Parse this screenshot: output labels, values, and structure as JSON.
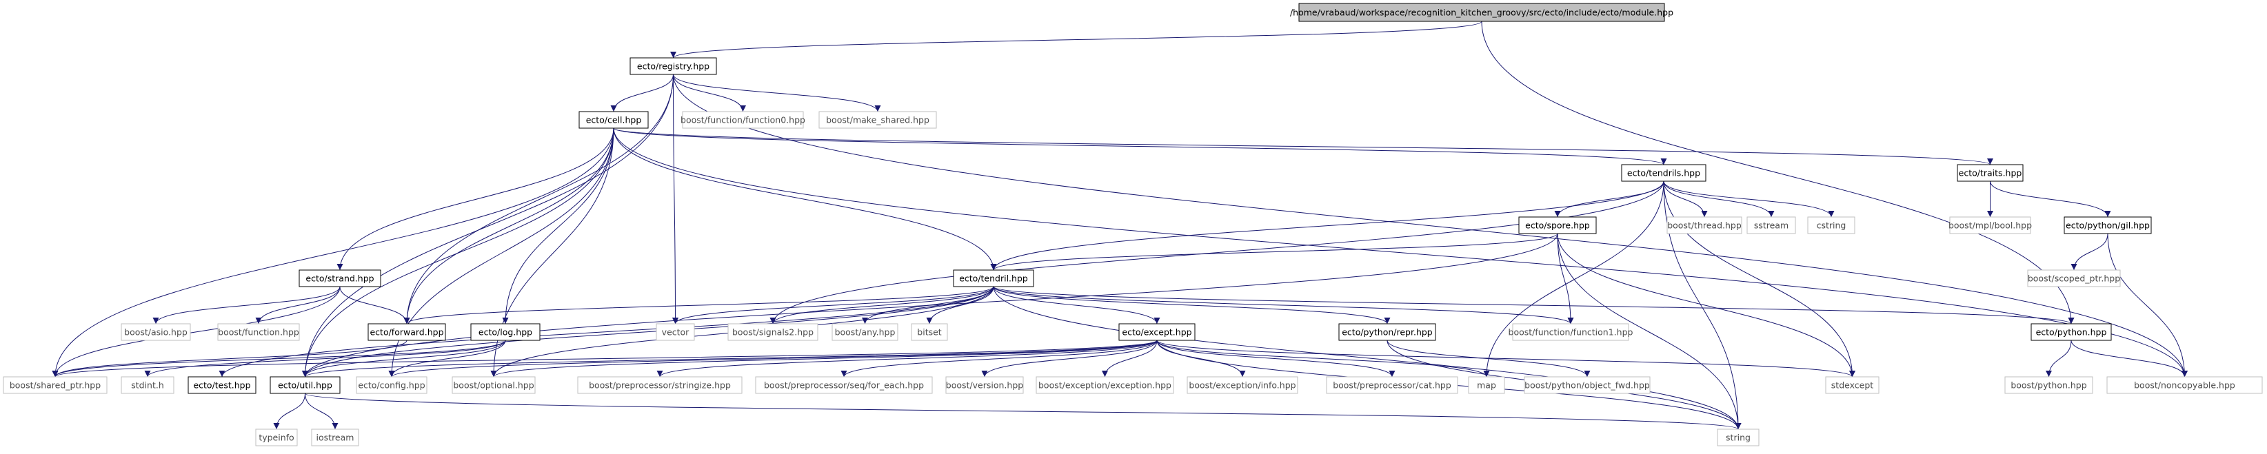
{
  "colors": {
    "edge": "#191970",
    "box_border_main": "#000000",
    "box_border_external": "#bfbfbf",
    "root_fill": "#bfbfbf",
    "text_main": "#000000",
    "text_external": "#4d4d4d"
  },
  "nodes": [
    {
      "id": "root",
      "label": "/home/vrabaud/workspace/recognition_kitchen_groovy/src/ecto/include/ecto/module.hpp",
      "kind": "root"
    },
    {
      "id": "registry",
      "label": "ecto/registry.hpp",
      "kind": "internal"
    },
    {
      "id": "cell",
      "label": "ecto/cell.hpp",
      "kind": "internal"
    },
    {
      "id": "function0",
      "label": "boost/function/function0.hpp",
      "kind": "external"
    },
    {
      "id": "make_shared",
      "label": "boost/make_shared.hpp",
      "kind": "external"
    },
    {
      "id": "tendrils",
      "label": "ecto/tendrils.hpp",
      "kind": "internal"
    },
    {
      "id": "traits",
      "label": "ecto/traits.hpp",
      "kind": "internal"
    },
    {
      "id": "spore",
      "label": "ecto/spore.hpp",
      "kind": "internal"
    },
    {
      "id": "thread",
      "label": "boost/thread.hpp",
      "kind": "external"
    },
    {
      "id": "sstream",
      "label": "sstream",
      "kind": "external"
    },
    {
      "id": "cstring",
      "label": "cstring",
      "kind": "external"
    },
    {
      "id": "mpl_bool",
      "label": "boost/mpl/bool.hpp",
      "kind": "external"
    },
    {
      "id": "gil",
      "label": "ecto/python/gil.hpp",
      "kind": "internal"
    },
    {
      "id": "strand",
      "label": "ecto/strand.hpp",
      "kind": "internal"
    },
    {
      "id": "tendril",
      "label": "ecto/tendril.hpp",
      "kind": "internal"
    },
    {
      "id": "scoped_ptr",
      "label": "boost/scoped_ptr.hpp",
      "kind": "external"
    },
    {
      "id": "asio",
      "label": "boost/asio.hpp",
      "kind": "external"
    },
    {
      "id": "function",
      "label": "boost/function.hpp",
      "kind": "external"
    },
    {
      "id": "forward",
      "label": "ecto/forward.hpp",
      "kind": "internal"
    },
    {
      "id": "log",
      "label": "ecto/log.hpp",
      "kind": "internal"
    },
    {
      "id": "vector",
      "label": "vector",
      "kind": "external"
    },
    {
      "id": "signals2",
      "label": "boost/signals2.hpp",
      "kind": "external"
    },
    {
      "id": "any",
      "label": "boost/any.hpp",
      "kind": "external"
    },
    {
      "id": "bitset",
      "label": "bitset",
      "kind": "external"
    },
    {
      "id": "except",
      "label": "ecto/except.hpp",
      "kind": "internal"
    },
    {
      "id": "repr",
      "label": "ecto/python/repr.hpp",
      "kind": "internal"
    },
    {
      "id": "function1",
      "label": "boost/function/function1.hpp",
      "kind": "external"
    },
    {
      "id": "python",
      "label": "ecto/python.hpp",
      "kind": "internal"
    },
    {
      "id": "shared_ptr",
      "label": "boost/shared_ptr.hpp",
      "kind": "external"
    },
    {
      "id": "stdint",
      "label": "stdint.h",
      "kind": "external"
    },
    {
      "id": "test",
      "label": "ecto/test.hpp",
      "kind": "internal"
    },
    {
      "id": "util",
      "label": "ecto/util.hpp",
      "kind": "internal"
    },
    {
      "id": "config",
      "label": "ecto/config.hpp",
      "kind": "external"
    },
    {
      "id": "optional",
      "label": "boost/optional.hpp",
      "kind": "external"
    },
    {
      "id": "stringize",
      "label": "boost/preprocessor/stringize.hpp",
      "kind": "external"
    },
    {
      "id": "for_each",
      "label": "boost/preprocessor/seq/for_each.hpp",
      "kind": "external"
    },
    {
      "id": "version",
      "label": "boost/version.hpp",
      "kind": "external"
    },
    {
      "id": "exception",
      "label": "boost/exception/exception.hpp",
      "kind": "external"
    },
    {
      "id": "info",
      "label": "boost/exception/info.hpp",
      "kind": "external"
    },
    {
      "id": "cat",
      "label": "boost/preprocessor/cat.hpp",
      "kind": "external"
    },
    {
      "id": "map",
      "label": "map",
      "kind": "external"
    },
    {
      "id": "object_fwd",
      "label": "boost/python/object_fwd.hpp",
      "kind": "external"
    },
    {
      "id": "stdexcept",
      "label": "stdexcept",
      "kind": "external"
    },
    {
      "id": "boost_python",
      "label": "boost/python.hpp",
      "kind": "external"
    },
    {
      "id": "noncopyable",
      "label": "boost/noncopyable.hpp",
      "kind": "external"
    },
    {
      "id": "typeinfo",
      "label": "typeinfo",
      "kind": "external"
    },
    {
      "id": "iostream",
      "label": "iostream",
      "kind": "external"
    },
    {
      "id": "string",
      "label": "string",
      "kind": "external"
    }
  ],
  "edges": [
    [
      "root",
      "registry"
    ],
    [
      "root",
      "python"
    ],
    [
      "registry",
      "cell"
    ],
    [
      "registry",
      "function0"
    ],
    [
      "registry",
      "make_shared"
    ],
    [
      "registry",
      "forward"
    ],
    [
      "registry",
      "vector"
    ],
    [
      "registry",
      "util"
    ],
    [
      "registry",
      "noncopyable"
    ],
    [
      "cell",
      "tendrils"
    ],
    [
      "cell",
      "traits"
    ],
    [
      "cell",
      "strand"
    ],
    [
      "cell",
      "tendril"
    ],
    [
      "cell",
      "forward"
    ],
    [
      "cell",
      "log"
    ],
    [
      "cell",
      "shared_ptr"
    ],
    [
      "cell",
      "util"
    ],
    [
      "cell",
      "optional"
    ],
    [
      "cell",
      "config"
    ],
    [
      "cell",
      "noncopyable"
    ],
    [
      "tendrils",
      "spore"
    ],
    [
      "tendrils",
      "thread"
    ],
    [
      "tendrils",
      "sstream"
    ],
    [
      "tendrils",
      "cstring"
    ],
    [
      "tendrils",
      "tendril"
    ],
    [
      "tendrils",
      "signals2"
    ],
    [
      "tendrils",
      "map"
    ],
    [
      "tendrils",
      "stdexcept"
    ],
    [
      "tendrils",
      "string"
    ],
    [
      "traits",
      "mpl_bool"
    ],
    [
      "traits",
      "gil"
    ],
    [
      "gil",
      "scoped_ptr"
    ],
    [
      "gil",
      "noncopyable"
    ],
    [
      "spore",
      "tendril"
    ],
    [
      "spore",
      "function1"
    ],
    [
      "spore",
      "stdexcept"
    ],
    [
      "spore",
      "string"
    ],
    [
      "spore",
      "util"
    ],
    [
      "strand",
      "asio"
    ],
    [
      "strand",
      "function"
    ],
    [
      "strand",
      "forward"
    ],
    [
      "strand",
      "shared_ptr"
    ],
    [
      "tendril",
      "forward"
    ],
    [
      "tendril",
      "vector"
    ],
    [
      "tendril",
      "signals2"
    ],
    [
      "tendril",
      "any"
    ],
    [
      "tendril",
      "bitset"
    ],
    [
      "tendril",
      "except"
    ],
    [
      "tendril",
      "repr"
    ],
    [
      "tendril",
      "function1"
    ],
    [
      "tendril",
      "python"
    ],
    [
      "tendril",
      "util"
    ],
    [
      "tendril",
      "test"
    ],
    [
      "tendril",
      "optional"
    ],
    [
      "tendril",
      "string"
    ],
    [
      "forward",
      "shared_ptr"
    ],
    [
      "log",
      "util"
    ],
    [
      "log",
      "stdint"
    ],
    [
      "log",
      "config"
    ],
    [
      "log",
      "shared_ptr"
    ],
    [
      "except",
      "util"
    ],
    [
      "except",
      "config"
    ],
    [
      "except",
      "optional"
    ],
    [
      "except",
      "stringize"
    ],
    [
      "except",
      "for_each"
    ],
    [
      "except",
      "version"
    ],
    [
      "except",
      "exception"
    ],
    [
      "except",
      "info"
    ],
    [
      "except",
      "cat"
    ],
    [
      "except",
      "map"
    ],
    [
      "except",
      "stdexcept"
    ],
    [
      "except",
      "string"
    ],
    [
      "except",
      "shared_ptr"
    ],
    [
      "repr",
      "object_fwd"
    ],
    [
      "repr",
      "string"
    ],
    [
      "python",
      "boost_python"
    ],
    [
      "python",
      "noncopyable"
    ],
    [
      "util",
      "typeinfo"
    ],
    [
      "util",
      "iostream"
    ],
    [
      "util",
      "string"
    ]
  ]
}
